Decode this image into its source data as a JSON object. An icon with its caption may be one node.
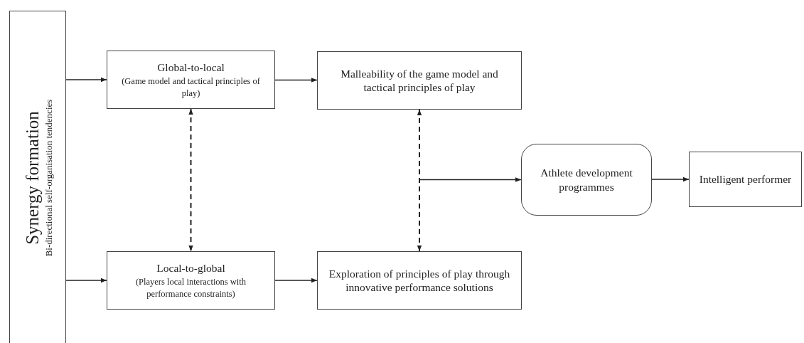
{
  "diagram": {
    "nodes": [
      {
        "text": [
          "Synergy formation",
          "Bi-directional self-organisation tendencies"
        ]
      },
      {
        "text": [
          "Global-to-local",
          "(Game model and tactical principles of play)"
        ]
      },
      {
        "text": [
          "Malleability of the game model and tactical principles of play"
        ]
      },
      {
        "text": [
          "Local-to-global",
          "(Players local interactions with performance constraints)"
        ]
      },
      {
        "text": [
          "Exploration of principles of play through innovative performance solutions"
        ]
      },
      {
        "text": [
          "Athlete development programmes"
        ]
      },
      {
        "text": [
          "Intelligent performer"
        ]
      }
    ],
    "edges": [
      {
        "from": 0,
        "to": 1,
        "arrow": "to"
      },
      {
        "from": 0,
        "to": 3,
        "arrow": "to"
      },
      {
        "from": 1,
        "to": 2,
        "arrow": "to"
      },
      {
        "from": 3,
        "to": 4,
        "arrow": "to"
      },
      {
        "from": 1,
        "to": 3,
        "arrow": "both",
        "style": "dashed"
      },
      {
        "from": 2,
        "to": 4,
        "arrow": "both",
        "style": "dashed"
      },
      {
        "from": null,
        "to": 5,
        "arrow": "to"
      },
      {
        "from": 5,
        "to": 6,
        "arrow": "to"
      }
    ]
  }
}
